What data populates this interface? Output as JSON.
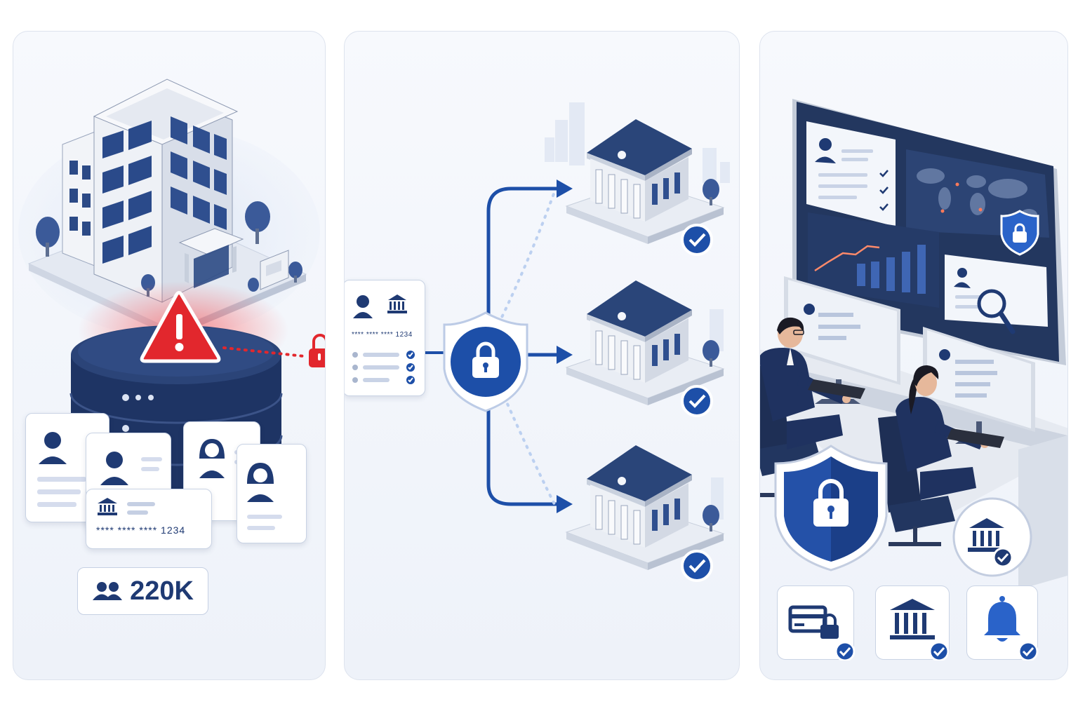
{
  "panels": {
    "breach": {
      "building": "office-building-icon",
      "alert_icon": "warning-triangle-icon",
      "database_icon": "database-server-icon",
      "record_card": {
        "masked_number": "**** **** **** 1234"
      },
      "affected_count": {
        "icon": "users-icon",
        "value": "220K"
      }
    },
    "distribution": {
      "data_card": {
        "masked_number": "**** **** **** 1234"
      },
      "center_icon": "shield-lock-icon",
      "banks": [
        {
          "icon": "bank-building-icon",
          "status": "check-icon"
        },
        {
          "icon": "bank-building-icon",
          "status": "check-icon"
        },
        {
          "icon": "bank-building-icon",
          "status": "check-icon"
        }
      ]
    },
    "monitoring": {
      "wall_display": [
        "profile-card-icon",
        "world-map-icon",
        "line-chart-icon",
        "search-profile-icon"
      ],
      "operators": [
        "analyst-icon",
        "analyst-icon"
      ],
      "shield_icon": "shield-lock-icon",
      "bank_check_icon": "bank-check-icon",
      "feature_tiles": [
        {
          "icon": "card-lock-icon",
          "status": "check-icon"
        },
        {
          "icon": "bank-icon",
          "status": "check-icon"
        },
        {
          "icon": "bell-icon",
          "status": "check-icon"
        }
      ]
    }
  },
  "colors": {
    "navy": "#1f3a73",
    "blue": "#1d4fa8",
    "alert_red": "#e2272d",
    "panel_bg": "#f1f4fa",
    "border": "#c9d3e4"
  }
}
